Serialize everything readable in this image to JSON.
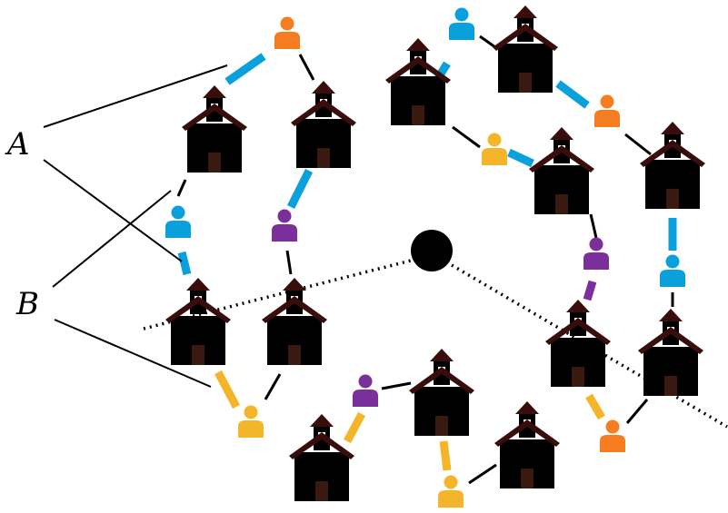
{
  "labels": {
    "a": "A",
    "b": "B"
  },
  "colors": {
    "red_school": "#b8101a",
    "green_school": "#0a8a0a",
    "roof": "#3a0d0d",
    "window": "#19a2a2",
    "window_lit": "#fff36a",
    "door": "#3a1a10",
    "blue": "#0aa0dc",
    "orange": "#f57c1f",
    "purple": "#7a2f9a",
    "yellow": "#f5b52a",
    "black": "#000000"
  },
  "schools": [
    {
      "id": "s1",
      "color": "red"
    },
    {
      "id": "s2",
      "color": "green"
    },
    {
      "id": "s3",
      "color": "green"
    },
    {
      "id": "s4",
      "color": "red"
    },
    {
      "id": "s5",
      "color": "red"
    },
    {
      "id": "s6",
      "color": "green"
    },
    {
      "id": "s7",
      "color": "green"
    },
    {
      "id": "s8",
      "color": "red"
    },
    {
      "id": "s9",
      "color": "green"
    },
    {
      "id": "s10",
      "color": "red"
    },
    {
      "id": "s11",
      "color": "green"
    },
    {
      "id": "s12",
      "color": "red"
    },
    {
      "id": "s13",
      "color": "red"
    },
    {
      "id": "s14",
      "color": "red"
    }
  ],
  "people": [
    {
      "id": "p1",
      "color": "orange"
    },
    {
      "id": "p2",
      "color": "blue"
    },
    {
      "id": "p3",
      "color": "orange"
    },
    {
      "id": "p4",
      "color": "yellow"
    },
    {
      "id": "p5",
      "color": "blue"
    },
    {
      "id": "p6",
      "color": "purple"
    },
    {
      "id": "p7",
      "color": "purple"
    },
    {
      "id": "p8",
      "color": "blue"
    },
    {
      "id": "p9",
      "color": "yellow"
    },
    {
      "id": "p10",
      "color": "purple"
    },
    {
      "id": "p11",
      "color": "yellow"
    },
    {
      "id": "p12",
      "color": "orange"
    }
  ]
}
